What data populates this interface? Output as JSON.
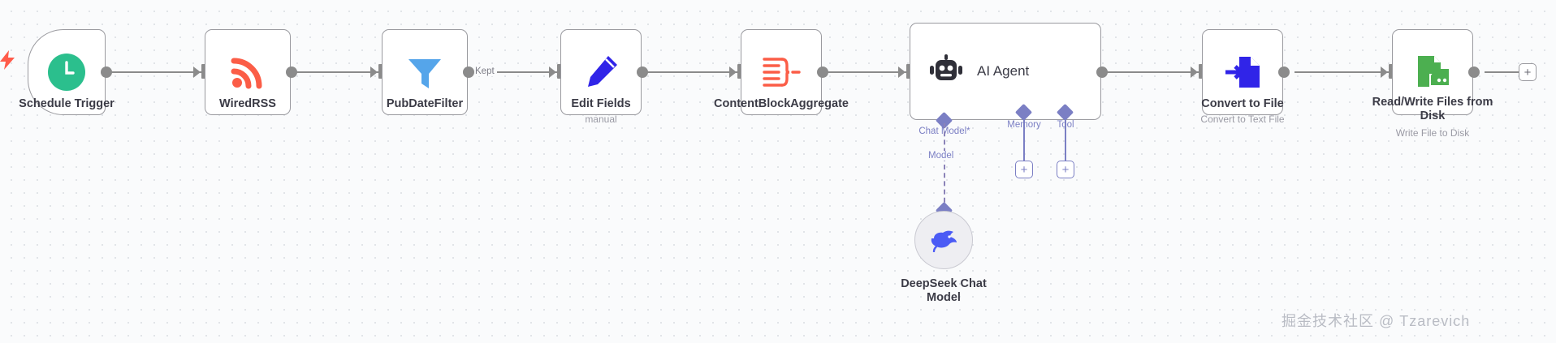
{
  "canvas": {
    "background": "#fafbfc",
    "grid_dot_color": "#d9dce2",
    "edge_color": "#8b8b8b",
    "accent_purple": "#7b7fc4"
  },
  "watermark": {
    "text": "掘金技术社区 @ Tzarevich"
  },
  "trigger_bolt": {
    "icon": "lightning-bolt-icon",
    "color": "#ff5b4a"
  },
  "nodes": [
    {
      "id": "schedule-trigger",
      "label": "Schedule Trigger",
      "subtitle": "",
      "icon": "clock-icon",
      "icon_color": "#2bbf8d",
      "shape": "trigger"
    },
    {
      "id": "wired-rss",
      "label": "WiredRSS",
      "subtitle": "",
      "icon": "rss-icon",
      "icon_color": "#fb5d47",
      "shape": "square"
    },
    {
      "id": "pub-date-filter",
      "label": "PubDateFilter",
      "subtitle": "",
      "icon": "filter-funnel-icon",
      "icon_color": "#55a5ea",
      "shape": "square"
    },
    {
      "id": "edit-fields",
      "label": "Edit Fields",
      "subtitle": "manual",
      "icon": "pencil-icon",
      "icon_color": "#3024e8",
      "shape": "square"
    },
    {
      "id": "content-block-aggregate",
      "label": "ContentBlockAggregate",
      "subtitle": "",
      "icon": "aggregate-icon",
      "icon_color": "#fb5d47",
      "shape": "square"
    },
    {
      "id": "ai-agent",
      "label": "",
      "subtitle": "",
      "title": "AI Agent",
      "icon": "robot-icon",
      "icon_color": "#2f2f38",
      "shape": "wide"
    },
    {
      "id": "convert-to-file",
      "label": "Convert to File",
      "subtitle": "Convert to Text File",
      "icon": "convert-to-file-icon",
      "icon_color": "#3024e8",
      "shape": "square"
    },
    {
      "id": "read-write-files",
      "label": "Read/Write Files from\nDisk",
      "subtitle": "Write File to Disk",
      "icon": "file-disk-icon",
      "icon_color": "#4caf50",
      "shape": "square"
    },
    {
      "id": "deepseek-chat-model",
      "label": "DeepSeek Chat\nModel",
      "subtitle": "",
      "icon": "deepseek-whale-icon",
      "icon_color": "#4b5bf5",
      "shape": "circle"
    }
  ],
  "edge_labels": {
    "kept": "Kept",
    "model": "Model"
  },
  "agent_ports": [
    {
      "id": "chat-model",
      "label": "Chat Model*",
      "required": true
    },
    {
      "id": "memory",
      "label": "Memory",
      "required": false
    },
    {
      "id": "tool",
      "label": "Tool",
      "required": false
    }
  ],
  "add_buttons": {
    "plus": "+"
  }
}
